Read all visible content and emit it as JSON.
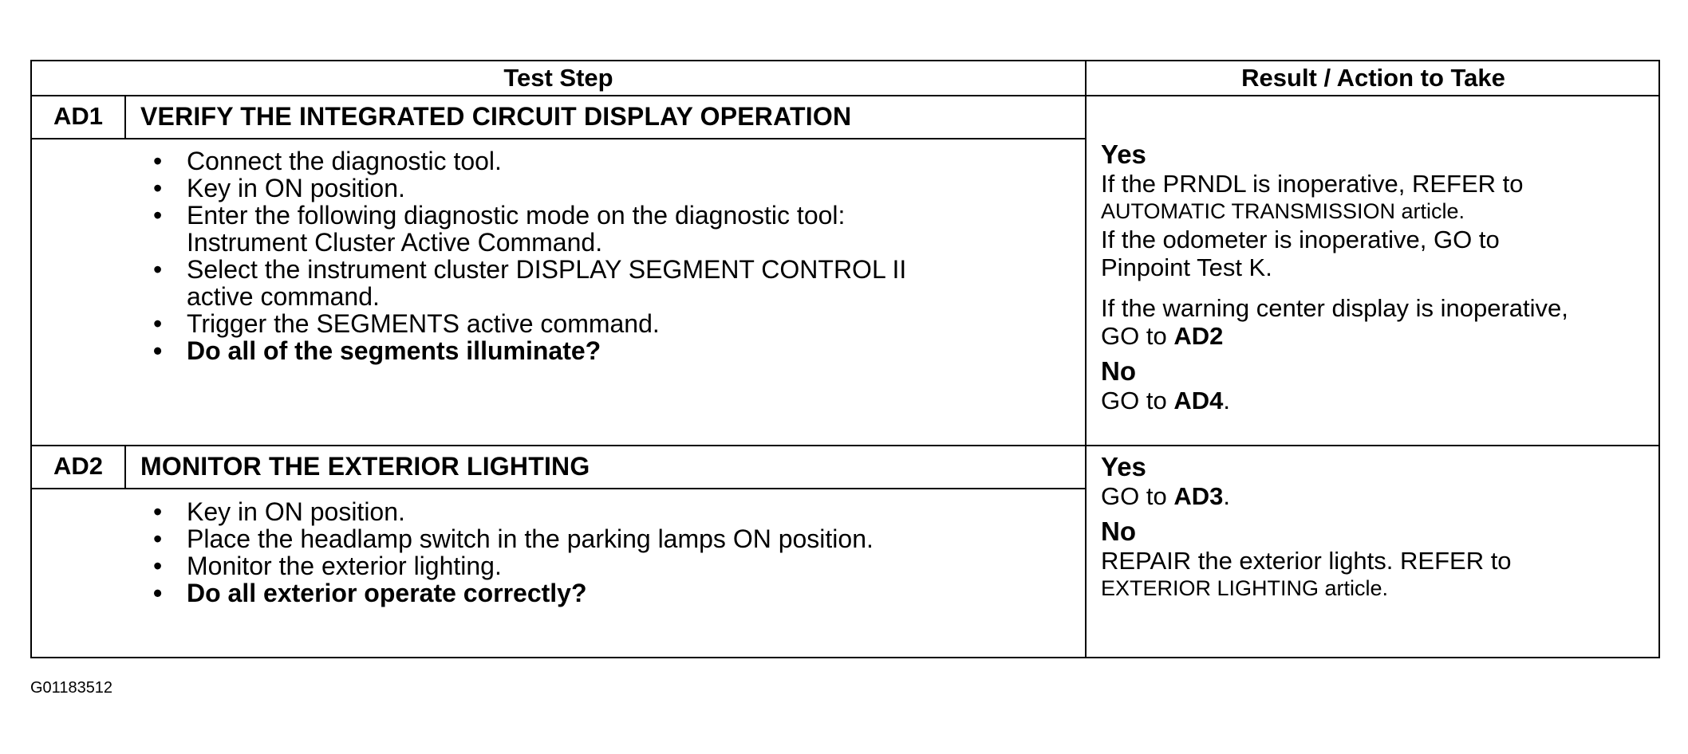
{
  "table": {
    "headers": {
      "test_step": "Test Step",
      "result": "Result / Action to Take"
    },
    "steps": [
      {
        "code": "AD1",
        "title": "VERIFY THE INTEGRATED CIRCUIT DISPLAY OPERATION",
        "items": [
          "Connect the diagnostic tool.",
          "Key in ON position.",
          "Enter the following diagnostic mode on the diagnostic tool:",
          "Instrument Cluster Active Command.",
          "Select the instrument cluster DISPLAY SEGMENT CONTROL II",
          "active command.",
          "Trigger the SEGMENTS active command."
        ],
        "question": "Do all of the segments illuminate?",
        "result": {
          "yes_label": "Yes",
          "yes_line1": "If the PRNDL is inoperative, REFER to",
          "yes_line2": "AUTOMATIC TRANSMISSION article.",
          "yes_line3": "If the odometer is inoperative, GO to",
          "yes_line4": "Pinpoint Test K.",
          "yes_line5": "If the warning center display is inoperative,",
          "yes_line6_prefix": "GO to ",
          "yes_line6_ref": "AD2",
          "no_label": "No",
          "no_prefix": "GO to ",
          "no_ref": "AD4",
          "no_suffix": "."
        }
      },
      {
        "code": "AD2",
        "title": "MONITOR THE EXTERIOR LIGHTING",
        "items": [
          "Key in ON position.",
          "Place the headlamp switch in the parking lamps ON position.",
          "Monitor the exterior lighting."
        ],
        "question": "Do all exterior operate correctly?",
        "result": {
          "yes_label": "Yes",
          "yes_prefix": "GO to ",
          "yes_ref": "AD3",
          "yes_suffix": ".",
          "no_label": "No",
          "no_line1": "REPAIR the exterior lights. REFER to",
          "no_line2": "EXTERIOR LIGHTING article."
        }
      }
    ]
  },
  "figure_id": "G01183512"
}
